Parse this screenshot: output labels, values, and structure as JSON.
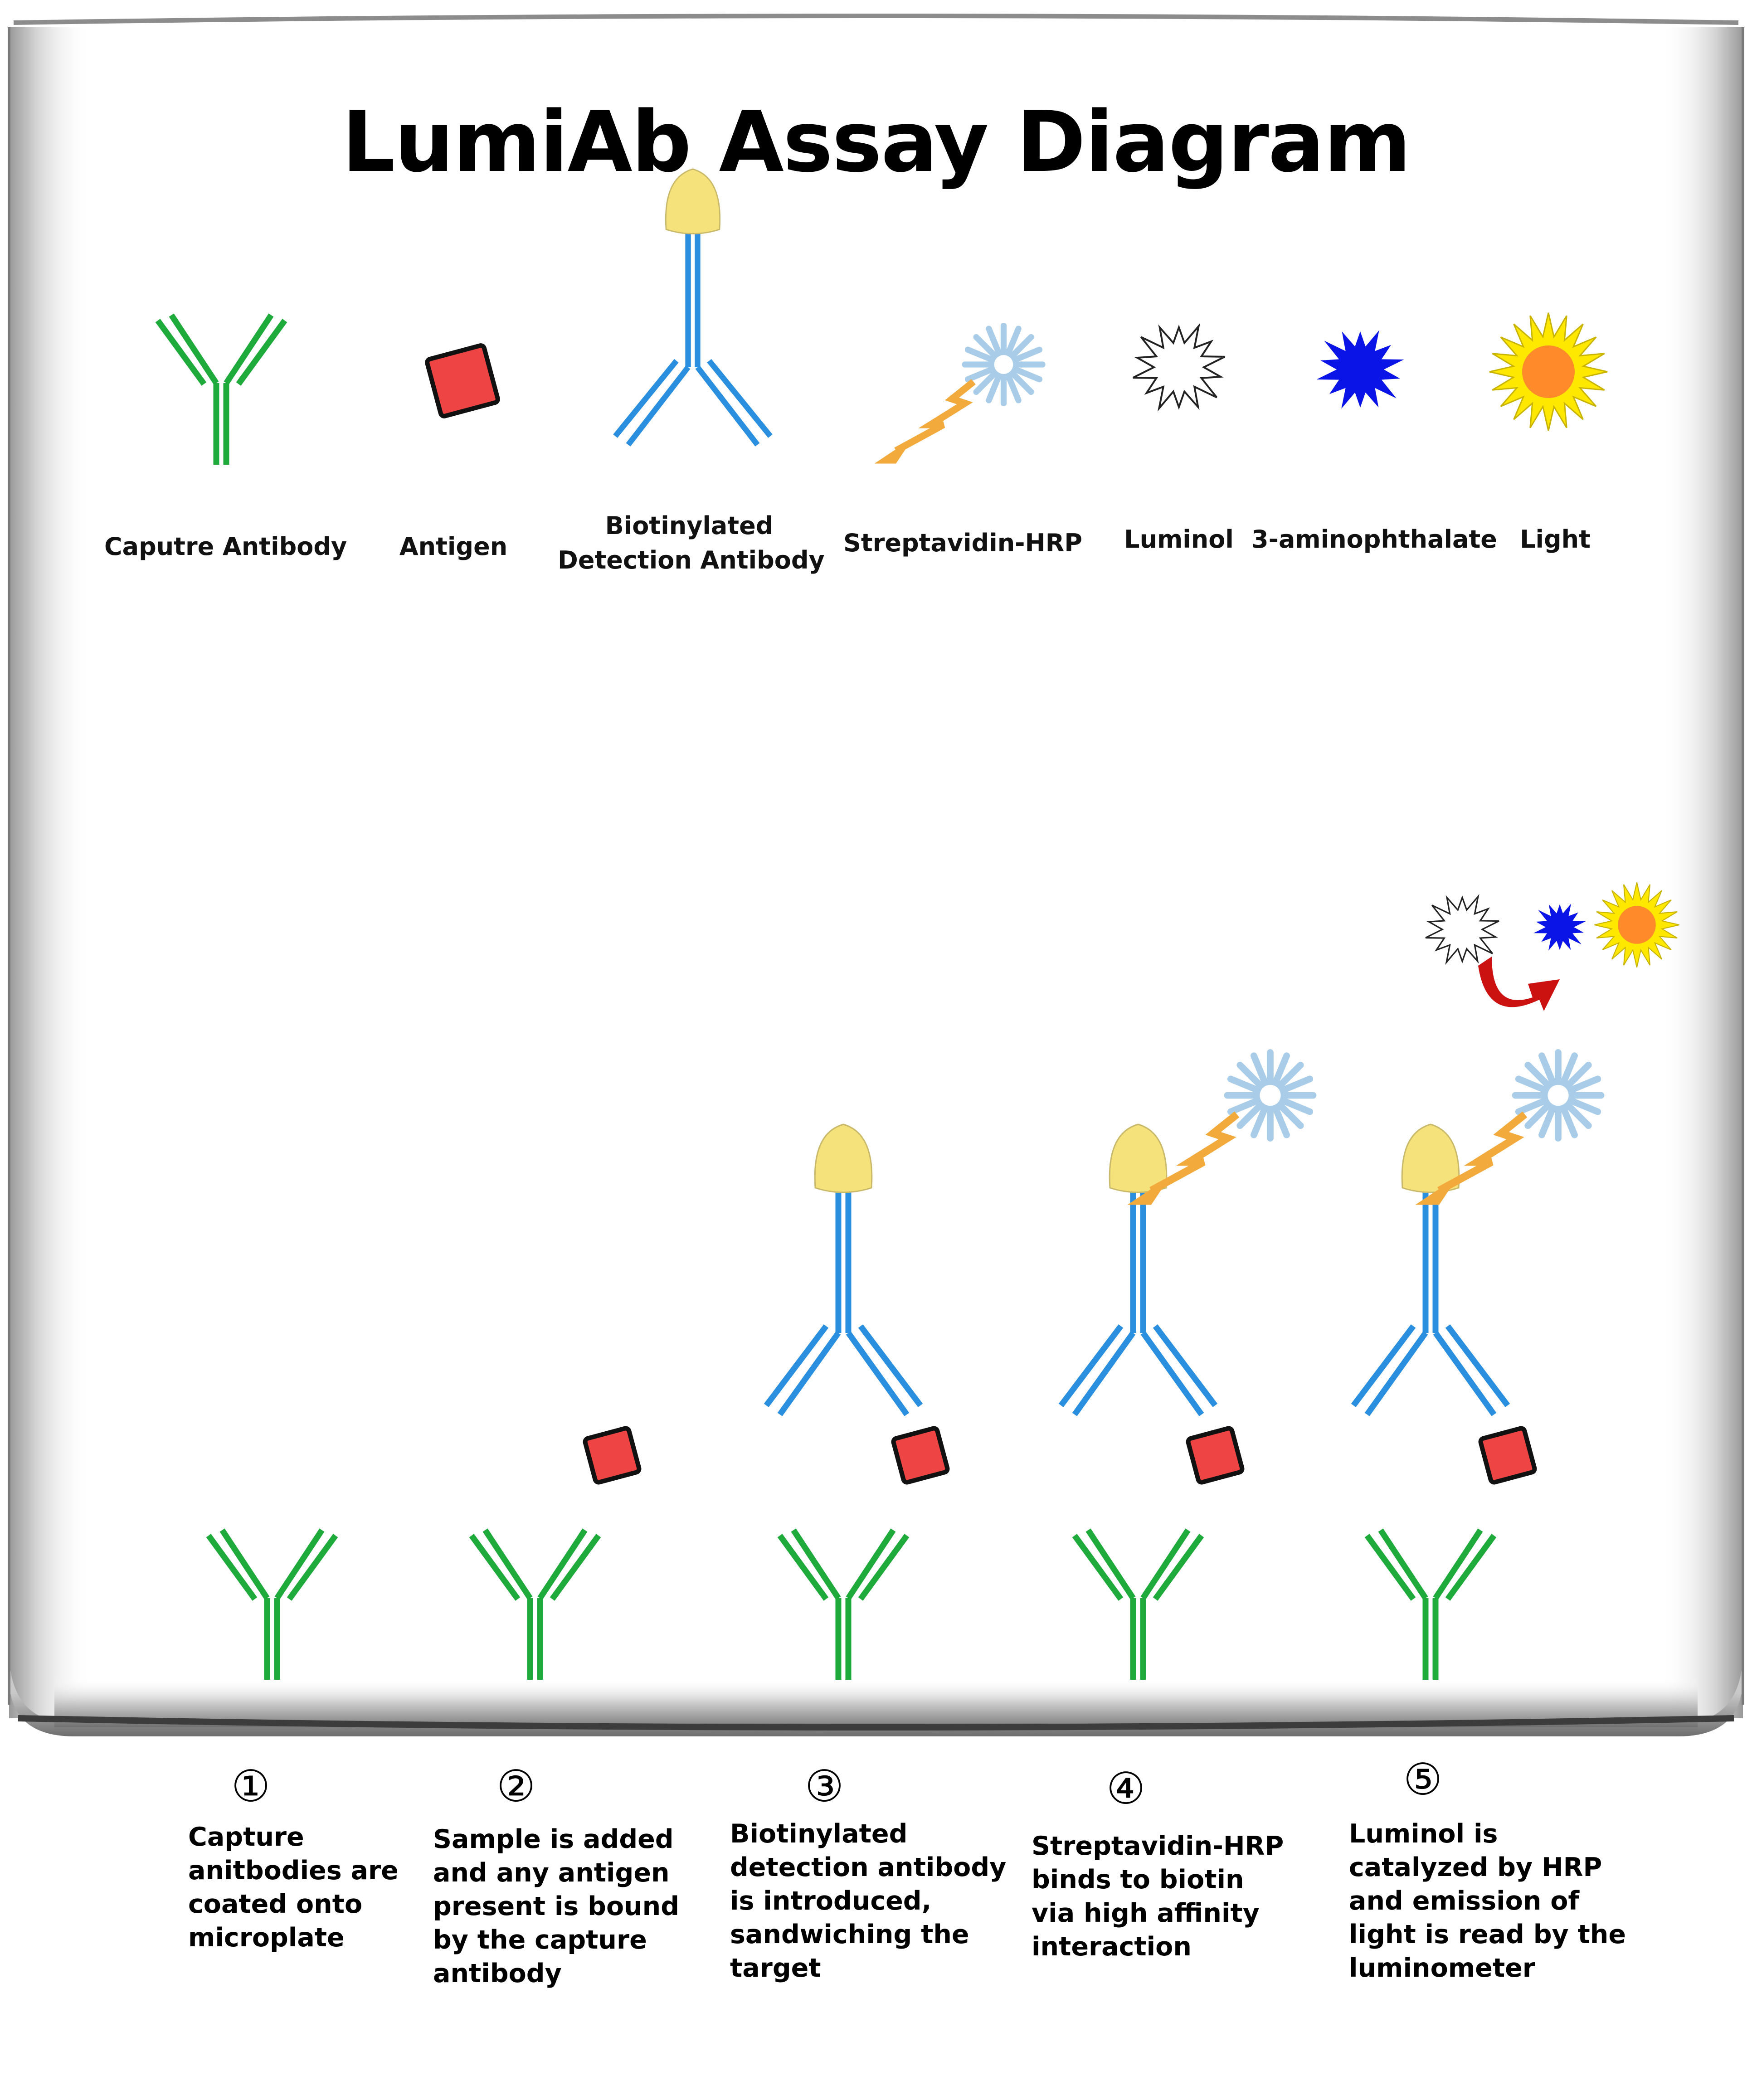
{
  "title": "LumiAb Assay Diagram",
  "legend": [
    {
      "key": "capture_antibody",
      "label": "Caputre Antibody"
    },
    {
      "key": "antigen",
      "label": "Antigen"
    },
    {
      "key": "detection_antibody",
      "label_lines": [
        "Biotinylated",
        "Detection Antibody"
      ]
    },
    {
      "key": "streptavidin_hrp",
      "label": "Streptavidin-HRP"
    },
    {
      "key": "luminol",
      "label": "Luminol"
    },
    {
      "key": "aminophthalate",
      "label": "3-aminophthalate"
    },
    {
      "key": "light",
      "label": "Light"
    }
  ],
  "steps": [
    {
      "number": "①",
      "lines": [
        "Capture",
        "anitbodies are",
        "coated onto",
        "microplate"
      ]
    },
    {
      "number": "②",
      "lines": [
        "Sample is added",
        "and any antigen",
        "present is bound",
        "by the capture",
        "antibody"
      ]
    },
    {
      "number": "③",
      "lines": [
        "Biotinylated",
        "detection antibody",
        "is introduced,",
        "sandwiching the",
        "target"
      ]
    },
    {
      "number": "④",
      "lines": [
        "Streptavidin-HRP",
        "binds to biotin",
        "via high affinity",
        "interaction"
      ]
    },
    {
      "number": "⑤",
      "lines": [
        "Luminol is",
        "catalyzed by HRP",
        "and emission of",
        "light is read by the",
        "luminometer"
      ]
    }
  ],
  "colors": {
    "capture_antibody": "#1faa3c",
    "detection_antibody": "#2b8fe0",
    "biotin": "#f6e27a",
    "antigen": "#ee4444",
    "hrp_star": "#a9cde8",
    "hrp_bolt": "#f3aa3c",
    "aminophthalate": "#0a14e6",
    "light_outer": "#ffe800",
    "light_inner": "#ff8a2a",
    "reaction_arrow": "#cc1111"
  }
}
